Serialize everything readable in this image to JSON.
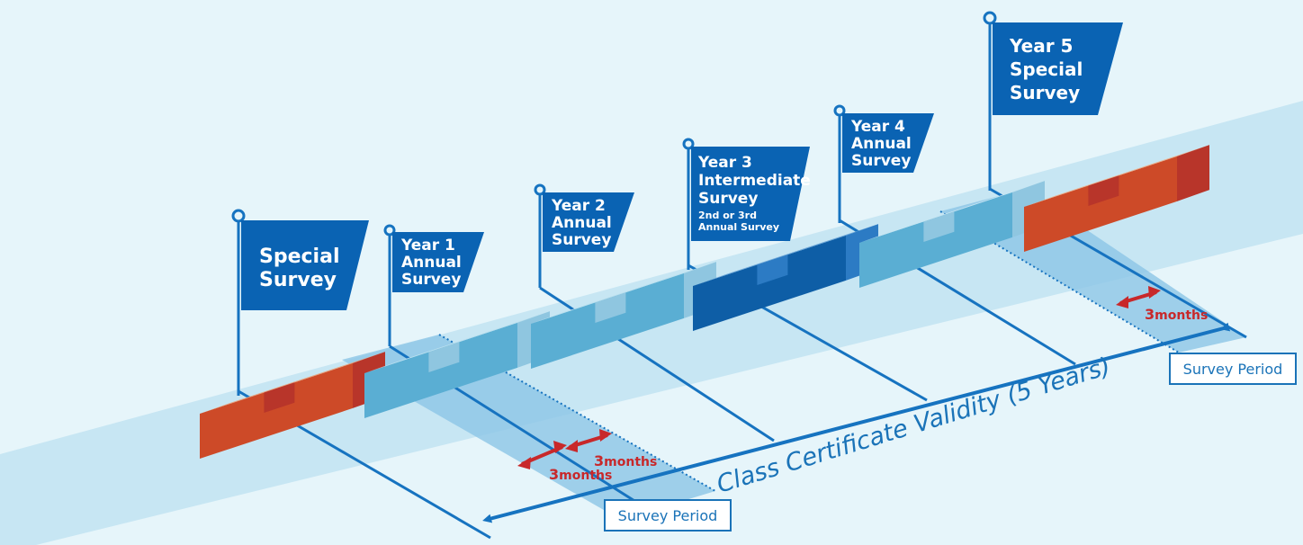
{
  "flags": [
    {
      "id": "special",
      "lines": [
        "Special",
        "Survey"
      ],
      "sub": []
    },
    {
      "id": "year1",
      "lines": [
        "Year  1",
        "Annual",
        "Survey"
      ],
      "sub": []
    },
    {
      "id": "year2",
      "lines": [
        "Year  2",
        "Annual",
        "Survey"
      ],
      "sub": []
    },
    {
      "id": "year3",
      "lines": [
        "Year  3",
        "Intermediate",
        "Survey"
      ],
      "sub": [
        "2nd or 3rd",
        "Annual Survey"
      ]
    },
    {
      "id": "year4",
      "lines": [
        "Year  4",
        "Annual",
        "Survey"
      ],
      "sub": []
    },
    {
      "id": "year5",
      "lines": [
        "Year  5",
        "Special",
        "Survey"
      ],
      "sub": []
    }
  ],
  "validity_label": "Class Certificate Validity (5 Years)",
  "survey_period_label": "Survey Period",
  "months_label": {
    "number": "3",
    "unit": "months"
  },
  "colors": {
    "flag": "#0a63b3",
    "pole": "#1673c0",
    "band": "#c7e6f3",
    "period_zone": "#8cc6e6",
    "arrow_red": "#c8282a",
    "block_red_top": "#e8a27c",
    "block_red_front": "#cd4a28",
    "block_light_top": "#a9d8ea",
    "block_light_front": "#5aaed3",
    "block_dark_top": "#4a90cf",
    "block_dark_front": "#0e5ea6"
  }
}
